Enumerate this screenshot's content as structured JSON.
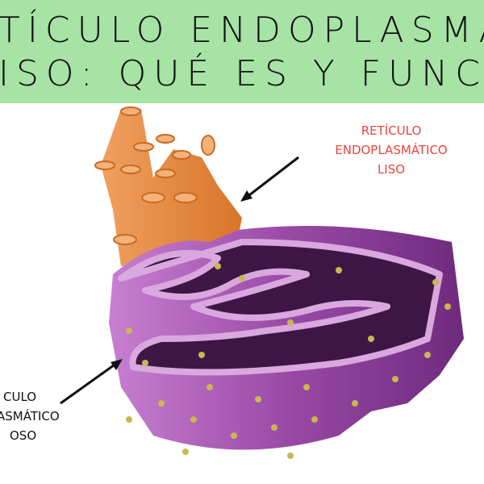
{
  "title": {
    "line1": "TÍCULO ENDOPLASMÁT",
    "line2": "ISO: QUÉ ES Y FUNCIÓ"
  },
  "labels": {
    "smooth_er": [
      "RETÍCULO",
      "ENDOPLASMÁTICO",
      "LISO"
    ],
    "rough_er": [
      "CULO",
      "ASMÁTICO",
      "OSO"
    ]
  },
  "colors": {
    "banner": "#a6e3a5",
    "smooth_label": "#f0433a",
    "smooth_er": "#e3873a",
    "rough_er": "#9b4fa6",
    "ribosome": "#c9b84e"
  }
}
